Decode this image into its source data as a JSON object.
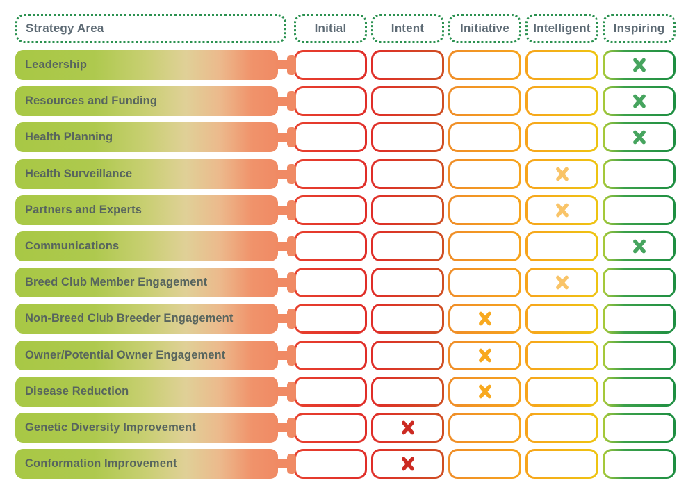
{
  "header": {
    "strategy_label": "Strategy Area",
    "levels": [
      "Initial",
      "Intent",
      "Initiative",
      "Intelligent",
      "Inspiring"
    ]
  },
  "rows": [
    {
      "label": "Leadership",
      "rating": "Inspiring"
    },
    {
      "label": "Resources and Funding",
      "rating": "Inspiring"
    },
    {
      "label": "Health Planning",
      "rating": "Inspiring"
    },
    {
      "label": "Health Surveillance",
      "rating": "Intelligent"
    },
    {
      "label": "Partners and Experts",
      "rating": "Intelligent"
    },
    {
      "label": "Communications",
      "rating": "Inspiring"
    },
    {
      "label": "Breed Club Member Engagement",
      "rating": "Intelligent"
    },
    {
      "label": "Non-Breed Club Breeder Engagement",
      "rating": "Initiative"
    },
    {
      "label": "Owner/Potential Owner Engagement",
      "rating": "Initiative"
    },
    {
      "label": "Disease Reduction",
      "rating": "Initiative"
    },
    {
      "label": "Genetic Diversity Improvement",
      "rating": "Intent"
    },
    {
      "label": "Conformation Improvement",
      "rating": "Intent"
    }
  ],
  "colors": {
    "dotted_border": "#2b9150",
    "header_text": "#5d6a74",
    "row_text": "#57645e",
    "connector": "#f08a64",
    "bar_gradient": [
      "#a8c845 0%",
      "#aec94e 30%",
      "#c9cf73 50%",
      "#e0d097 65%",
      "#ecb98c 78%",
      "#f0936b 90%",
      "#f08a64 100%"
    ],
    "cell_borders": {
      "Initial": [
        "#e7402e 0%",
        "#e02d28 100%"
      ],
      "Intent": [
        "#e02d28 0%",
        "#cf4f23 100%"
      ],
      "Initiative": [
        "#ef8d28 0%",
        "#f7a41c 100%"
      ],
      "Intelligent": [
        "#f7a41c 0%",
        "#eec411 100%"
      ],
      "Inspiring": [
        "#accb39 0%",
        "#3ba04b 30%",
        "#1d8e41 100%"
      ]
    },
    "marks": {
      "Initial": "#e02d28",
      "Intent": "#cc2a22",
      "Initiative": "#f8a91f",
      "Intelligent": "#f9c468",
      "Inspiring": "#46a45e"
    }
  },
  "chart_data": {
    "type": "table",
    "columns": [
      "Strategy Area",
      "Initial",
      "Intent",
      "Initiative",
      "Intelligent",
      "Inspiring"
    ],
    "rows": [
      [
        "Leadership",
        "",
        "",
        "",
        "",
        "x"
      ],
      [
        "Resources and Funding",
        "",
        "",
        "",
        "",
        "x"
      ],
      [
        "Health Planning",
        "",
        "",
        "",
        "",
        "x"
      ],
      [
        "Health Surveillance",
        "",
        "",
        "",
        "x",
        ""
      ],
      [
        "Partners and Experts",
        "",
        "",
        "",
        "x",
        ""
      ],
      [
        "Communications",
        "",
        "",
        "",
        "",
        "x"
      ],
      [
        "Breed Club Member Engagement",
        "",
        "",
        "",
        "x",
        ""
      ],
      [
        "Non-Breed Club Breeder Engagement",
        "",
        "",
        "x",
        "",
        ""
      ],
      [
        "Owner/Potential Owner Engagement",
        "",
        "",
        "x",
        "",
        ""
      ],
      [
        "Disease Reduction",
        "",
        "",
        "x",
        "",
        ""
      ],
      [
        "Genetic Diversity Improvement",
        "",
        "x",
        "",
        "",
        ""
      ],
      [
        "Conformation Improvement",
        "",
        "x",
        "",
        "",
        ""
      ]
    ]
  }
}
